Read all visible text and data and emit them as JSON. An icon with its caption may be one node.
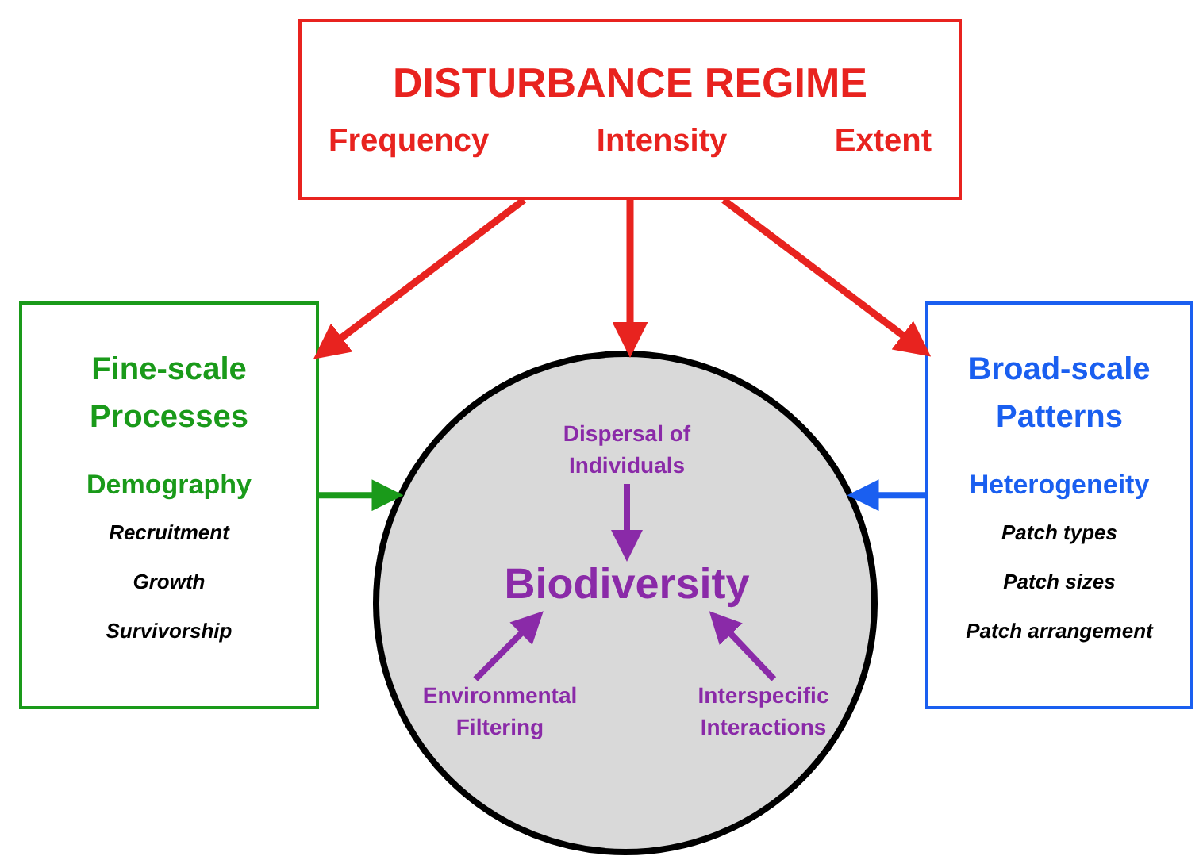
{
  "diagram": {
    "nodes": [
      {
        "text": [
          "DISTURBANCE REGIME",
          "Frequency",
          "Intensity",
          "Extent"
        ]
      },
      {
        "text": [
          "Fine-scale Processes",
          "Demography",
          "Recruitment",
          "Growth",
          "Survivorship"
        ]
      },
      {
        "text": [
          "Broad-scale Patterns",
          "Heterogeneity",
          "Patch types",
          "Patch sizes",
          "Patch arrangement"
        ]
      },
      {
        "text": [],
        "shape": "circle"
      },
      {
        "text": [
          "Dispersal of Individuals"
        ],
        "in": 3
      },
      {
        "text": [
          "Biodiversity"
        ],
        "in": 3
      },
      {
        "text": [
          "Environmental Filtering"
        ],
        "in": 3
      },
      {
        "text": [
          "Interspecific Interactions"
        ],
        "in": 3
      }
    ],
    "edges": [
      {
        "from": 0,
        "to": 1,
        "arrow": "to",
        "color": "#e8231f"
      },
      {
        "from": 0,
        "to": 3,
        "arrow": "to",
        "color": "#e8231f"
      },
      {
        "from": 0,
        "to": 2,
        "arrow": "to",
        "color": "#e8231f"
      },
      {
        "from": 1,
        "to": 3,
        "arrow": "to",
        "color": "#1a9a1a"
      },
      {
        "from": 2,
        "to": 3,
        "arrow": "to",
        "color": "#1a5ff0"
      },
      {
        "from": 4,
        "to": 5,
        "arrow": "to",
        "color": "#8a2aa8"
      },
      {
        "from": 6,
        "to": 5,
        "arrow": "to",
        "color": "#8a2aa8"
      },
      {
        "from": 7,
        "to": 5,
        "arrow": "to",
        "color": "#8a2aa8"
      }
    ]
  }
}
